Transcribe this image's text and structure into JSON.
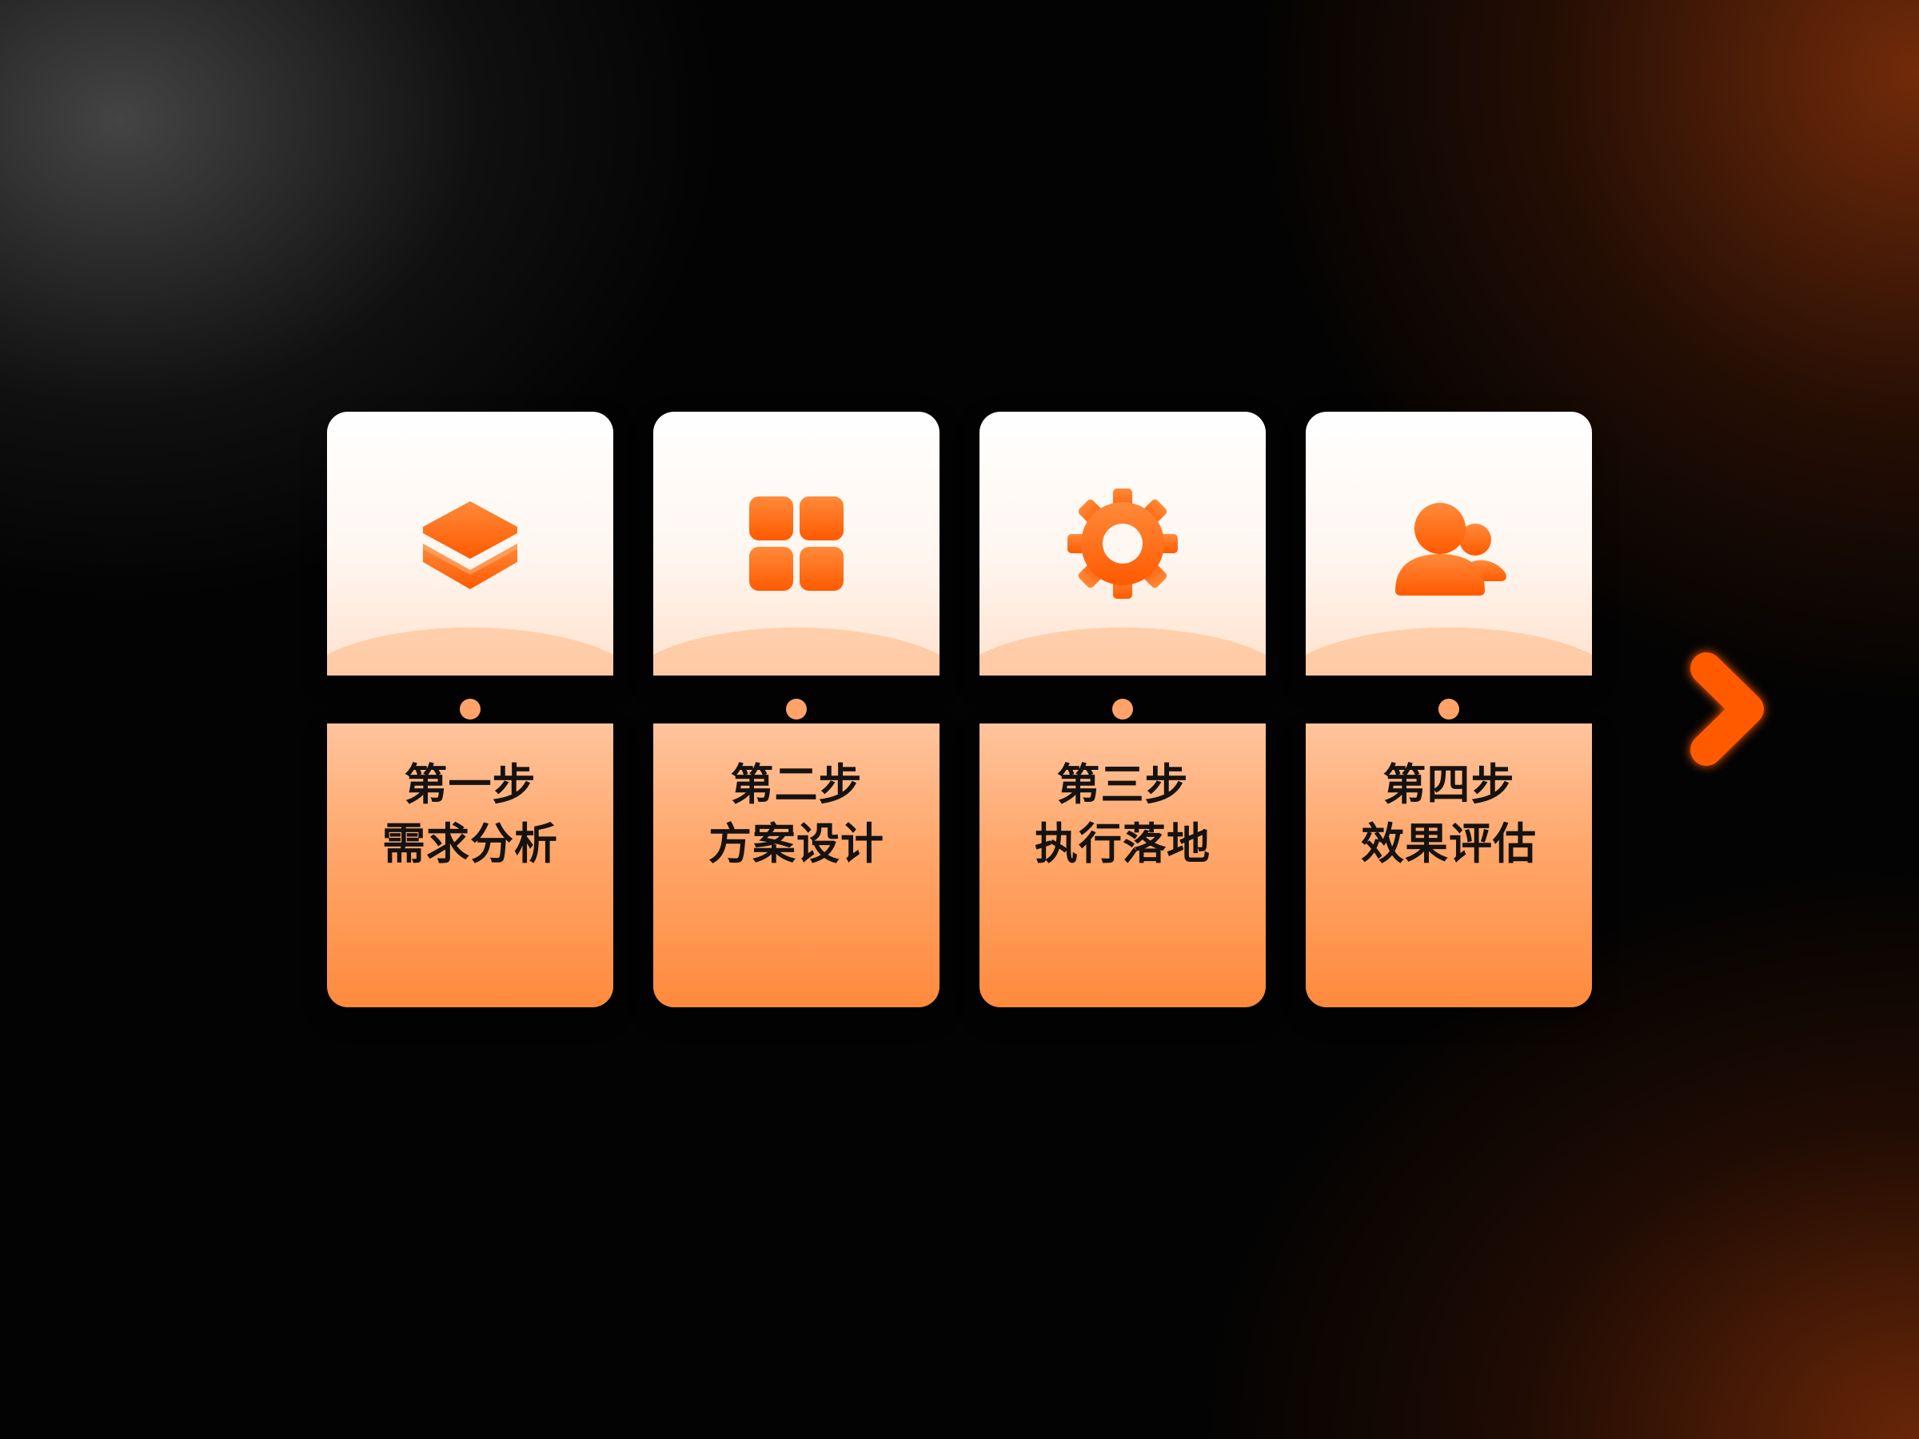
{
  "colors": {
    "accent": "#ff6a10",
    "accent_light": "#ffb98a",
    "card_top": "#ffffff",
    "text": "#161210",
    "background": "#030303"
  },
  "steps": [
    {
      "step": "第一步",
      "title": "需求分析",
      "icon": "layers-icon"
    },
    {
      "step": "第二步",
      "title": "方案设计",
      "icon": "grid-icon"
    },
    {
      "step": "第三步",
      "title": "执行落地",
      "icon": "gear-icon"
    },
    {
      "step": "第四步",
      "title": "效果评估",
      "icon": "users-icon"
    }
  ]
}
